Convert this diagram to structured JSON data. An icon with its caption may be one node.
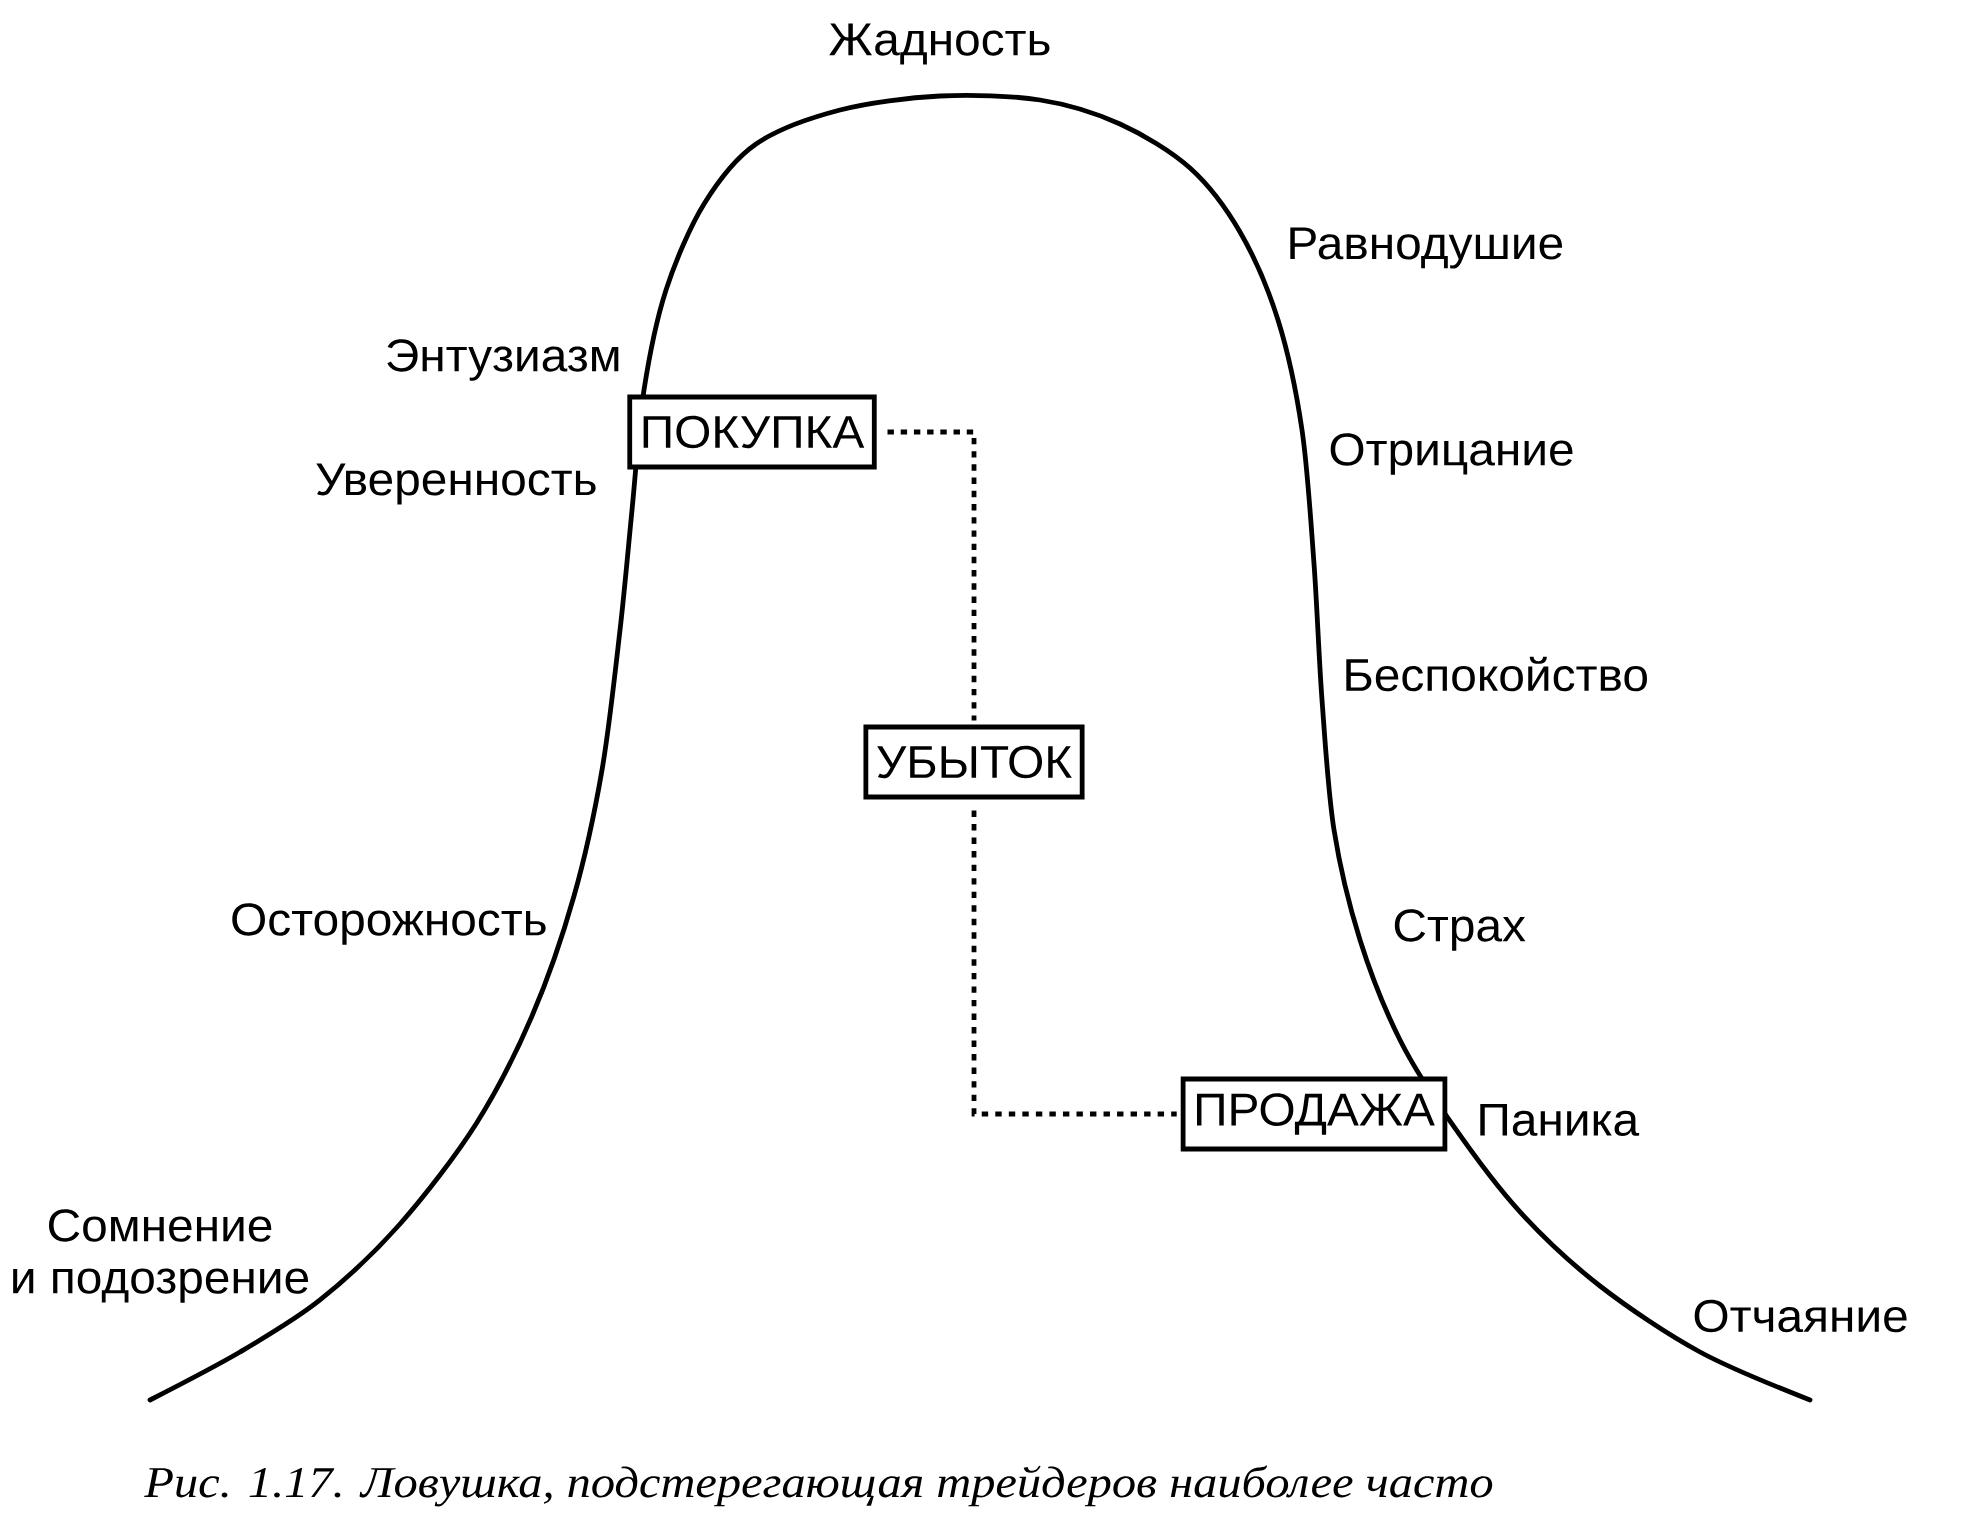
{
  "diagram": {
    "caption": "Рис. 1.17. Ловушка, подстерегающая трейдеров наиболее часто",
    "nodes": [
      {
        "text": [
          "ПОКУПКА"
        ]
      },
      {
        "text": [
          "УБЫТОК"
        ]
      },
      {
        "text": [
          "ПРОДАЖА"
        ]
      }
    ],
    "edges": [
      {
        "from": 0,
        "to": 1,
        "arrow": "none",
        "style": "dashed"
      },
      {
        "from": 1,
        "to": 2,
        "arrow": "none",
        "style": "dashed"
      }
    ],
    "labels": [
      "Жадность",
      "Равнодушие",
      "Энтузиазм",
      "Отрицание",
      "Уверенность",
      "Беспокойство",
      "Осторожность",
      "Страх",
      "Паника",
      "Сомнение и подозрение",
      "Отчаяние"
    ]
  }
}
